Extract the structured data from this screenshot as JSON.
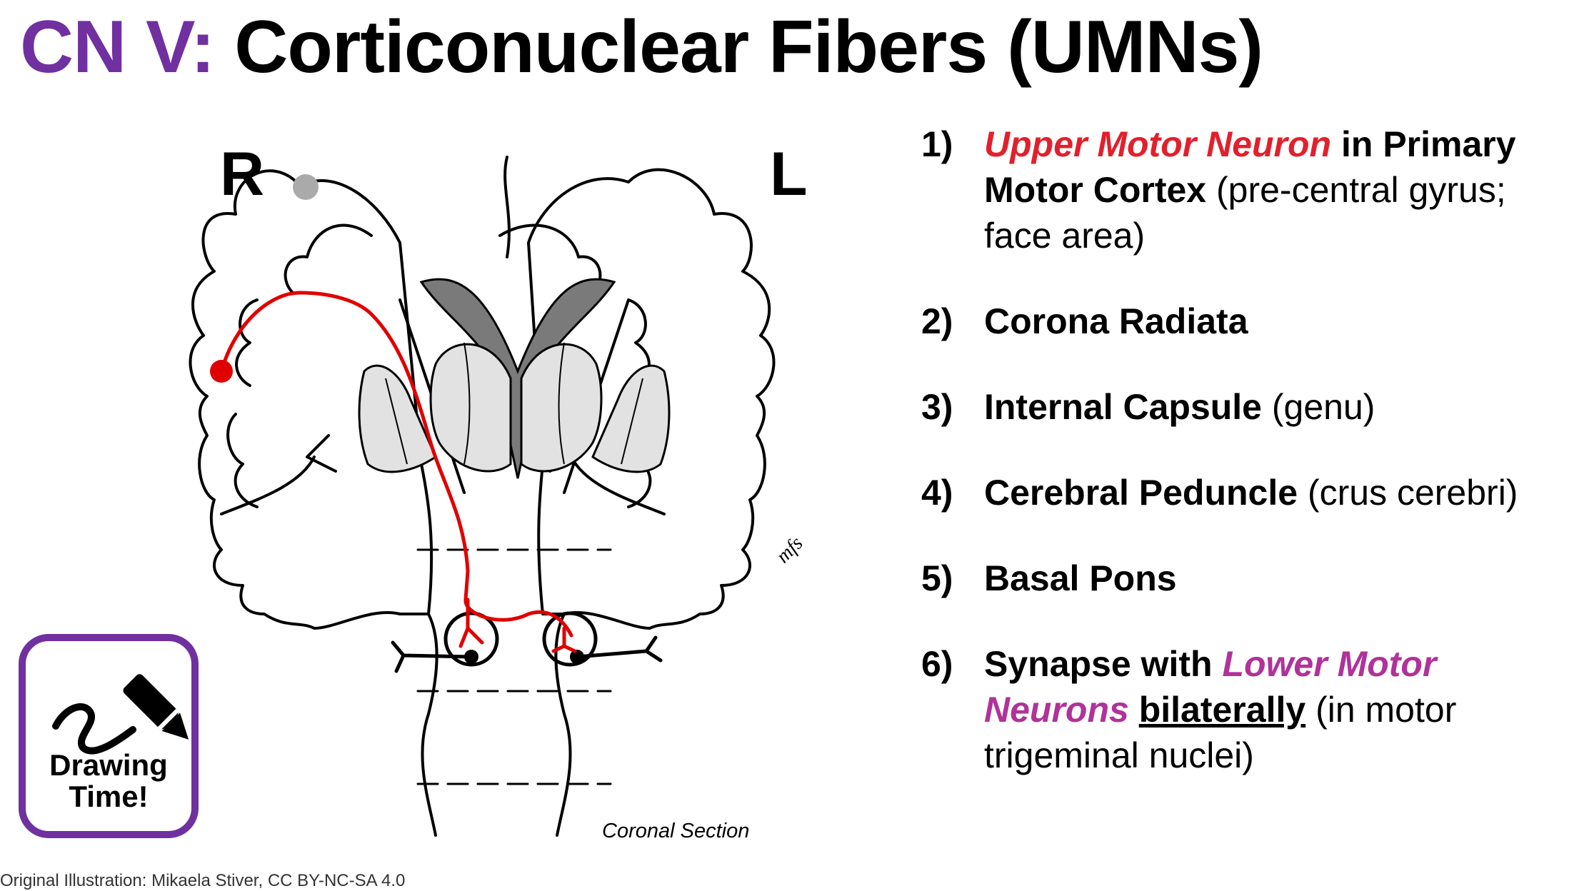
{
  "title": {
    "prefix": "CN V:",
    "main": "Corticonuclear Fibers (UMNs)"
  },
  "diagram": {
    "side_right": "R",
    "side_left": "L",
    "section_caption": "Coronal Section",
    "signature": "mfs",
    "colors": {
      "pathway": "#e00000",
      "thalamus": "#e2e2e2",
      "ventricle": "#7a7a7a",
      "dot": "#aaaaaa"
    }
  },
  "badge": {
    "line1": "Drawing",
    "line2": "Time!",
    "icon": "pen-drawing-icon",
    "color": "#7030a0"
  },
  "list": [
    {
      "num": "1)",
      "red": "Upper Motor Neuron",
      "bold": "in Primary Motor Cortex",
      "rest": "(pre-central gyrus; face area)"
    },
    {
      "num": "2)",
      "bold": "Corona Radiata"
    },
    {
      "num": "3)",
      "bold": "Internal Capsule",
      "rest": "(genu)"
    },
    {
      "num": "4)",
      "bold": "Cerebral Peduncle",
      "rest": "(crus cerebri)"
    },
    {
      "num": "5)",
      "bold": "Basal Pons"
    },
    {
      "num": "6)",
      "bold": "Synapse with",
      "magenta": "Lower Motor Neurons",
      "underline": "bilaterally",
      "rest": "(in motor trigeminal nuclei)"
    }
  ],
  "credit": "Original Illustration: Mikaela Stiver, CC BY-NC-SA 4.0"
}
